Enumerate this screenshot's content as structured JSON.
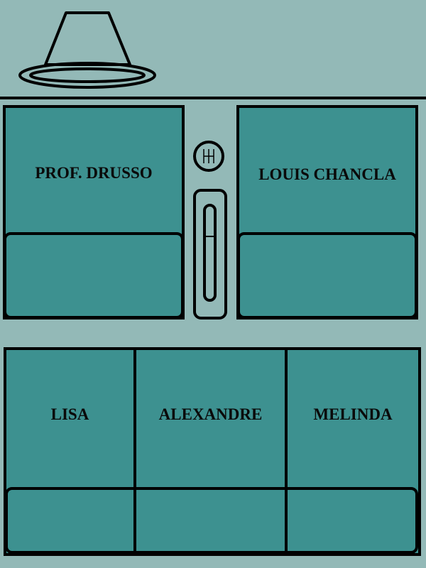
{
  "colors": {
    "background": "#93b9b7",
    "seat": "#3d9190",
    "outline": "#000000"
  },
  "front_row": {
    "driver": {
      "label": "PROF. DRUSSO"
    },
    "passenger": {
      "label": "LOUIS CHANCLA"
    }
  },
  "rear_row": {
    "seats": [
      {
        "label": "LISA"
      },
      {
        "label": "ALEXANDRE"
      },
      {
        "label": "MELINDA"
      }
    ]
  },
  "icons": {
    "hat": "hat-icon",
    "gear_knob": "gear-knob-icon",
    "handbrake": "handbrake-icon"
  }
}
